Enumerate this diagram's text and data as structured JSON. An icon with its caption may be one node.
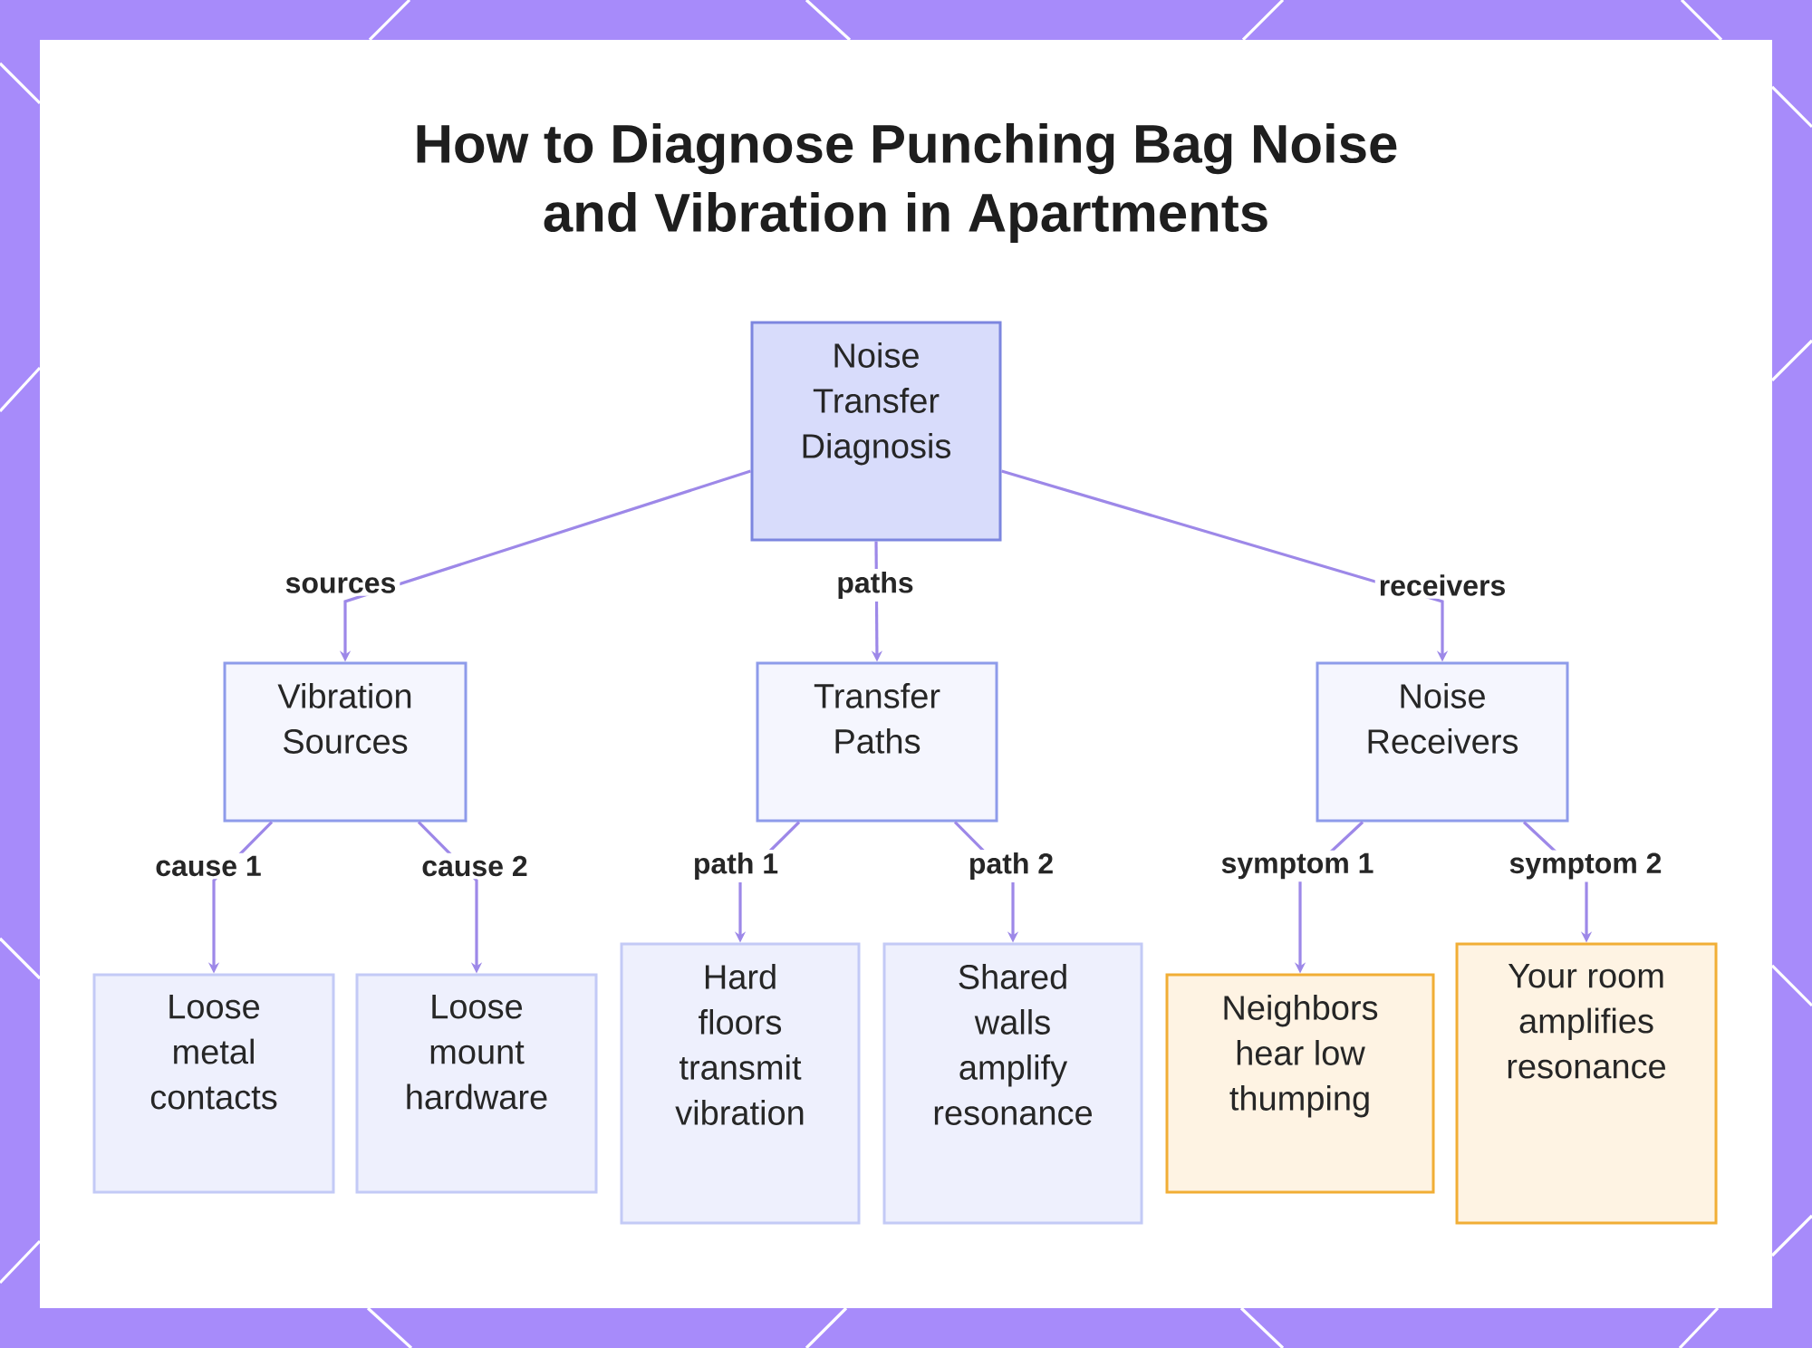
{
  "diagram": {
    "title": "How to Diagnose Punching Bag Noise and Vibration in Apartments",
    "nodes": [
      {
        "text": [
          "Noise Transfer Diagnosis"
        ]
      },
      {
        "text": [
          "Vibration Sources"
        ]
      },
      {
        "text": [
          "Transfer Paths"
        ]
      },
      {
        "text": [
          "Noise Receivers"
        ]
      },
      {
        "text": [
          "Loose metal contacts"
        ]
      },
      {
        "text": [
          "Loose mount hardware"
        ]
      },
      {
        "text": [
          "Hard floors transmit vibration"
        ]
      },
      {
        "text": [
          "Shared walls amplify resonance"
        ]
      },
      {
        "text": [
          "Neighbors hear low thumping"
        ]
      },
      {
        "text": [
          "Your room amplifies resonance"
        ]
      }
    ],
    "edges": [
      {
        "from": 0,
        "to": 1,
        "arrow": "to",
        "label": "sources"
      },
      {
        "from": 0,
        "to": 2,
        "arrow": "to",
        "label": "paths"
      },
      {
        "from": 0,
        "to": 3,
        "arrow": "to",
        "label": "receivers"
      },
      {
        "from": 1,
        "to": 4,
        "arrow": "to",
        "label": "cause 1"
      },
      {
        "from": 1,
        "to": 5,
        "arrow": "to",
        "label": "cause 2"
      },
      {
        "from": 2,
        "to": 6,
        "arrow": "to",
        "label": "path 1"
      },
      {
        "from": 2,
        "to": 7,
        "arrow": "to",
        "label": "path 2"
      },
      {
        "from": 3,
        "to": 8,
        "arrow": "to",
        "label": "symptom 1"
      },
      {
        "from": 3,
        "to": 9,
        "arrow": "to",
        "label": "symptom 2"
      }
    ]
  }
}
